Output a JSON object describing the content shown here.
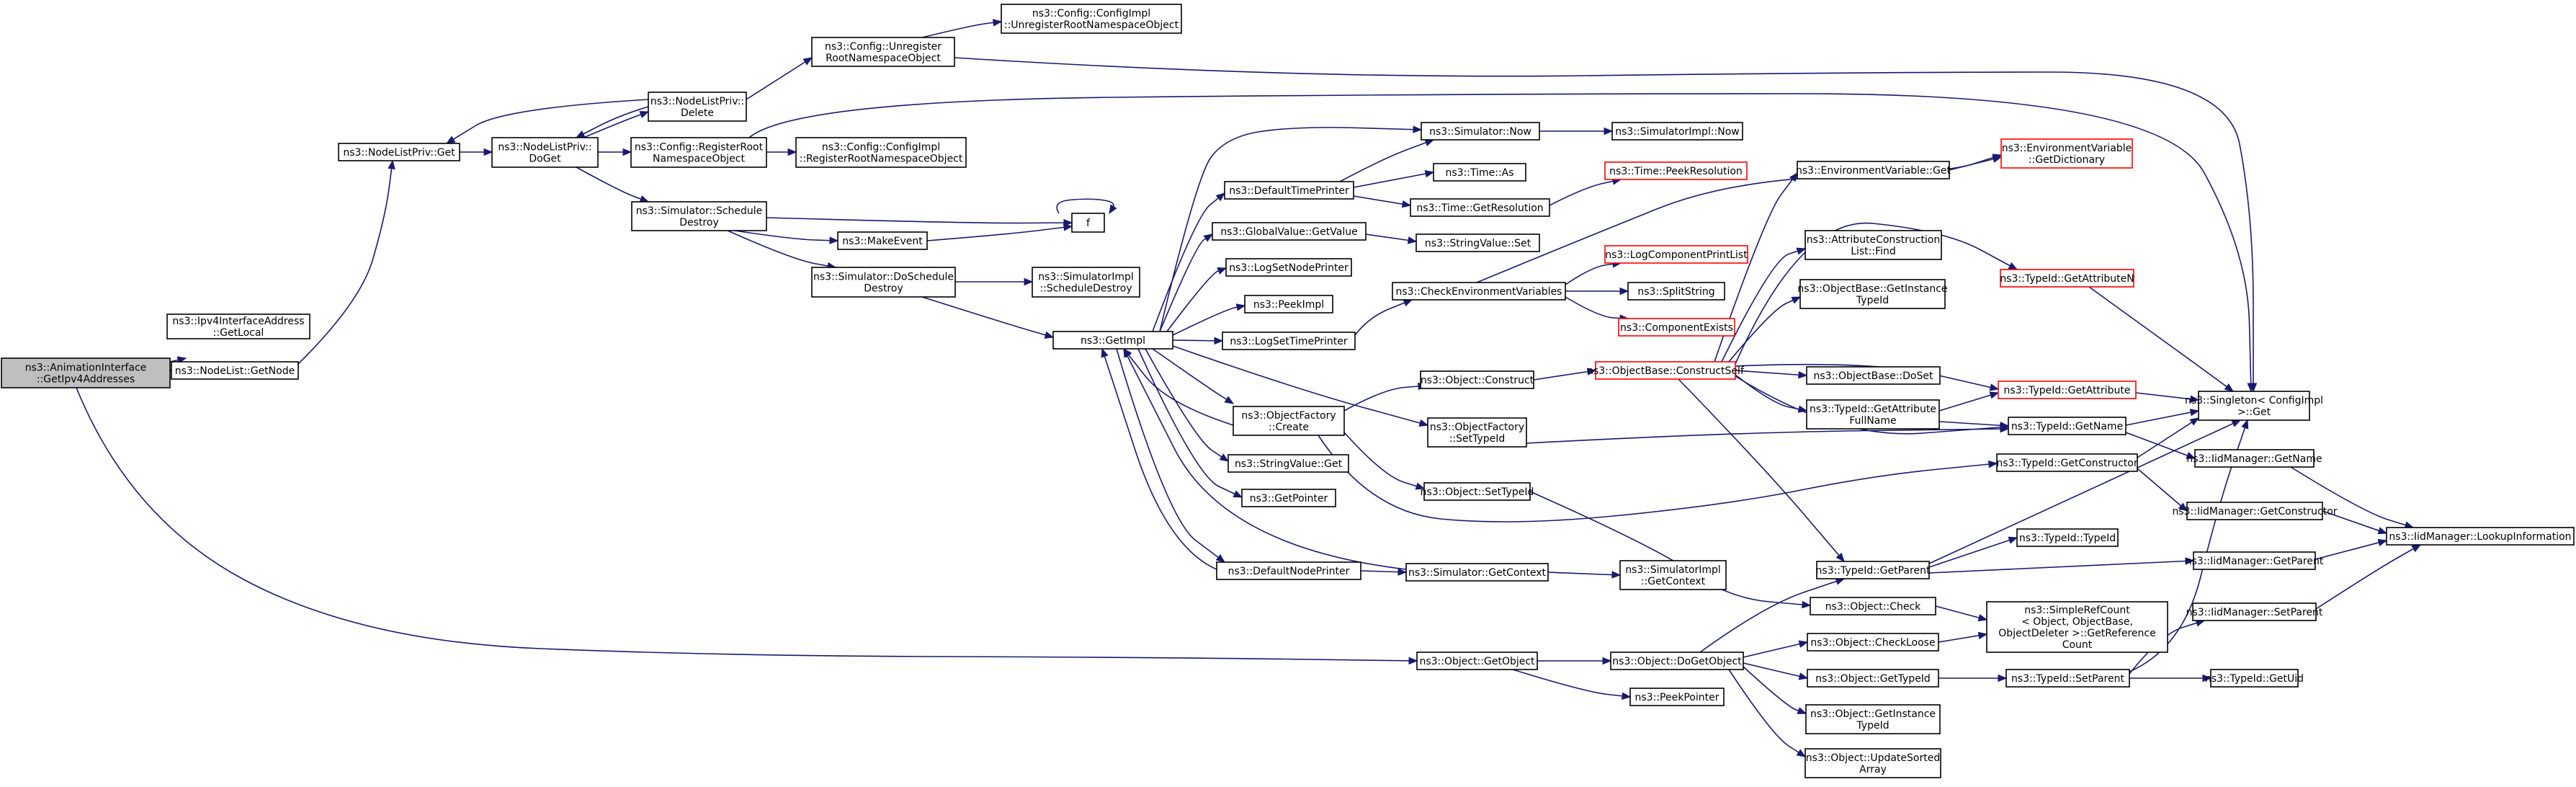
{
  "graph": {
    "nodes": [
      {
        "id": "root",
        "lines": [
          "ns3::AnimationInterface",
          "::GetIpv4Addresses"
        ],
        "style": "root"
      },
      {
        "id": "ipv4local",
        "lines": [
          "ns3::Ipv4InterfaceAddress",
          "::GetLocal"
        ]
      },
      {
        "id": "nlgetnode",
        "lines": [
          "ns3::NodeList::GetNode"
        ]
      },
      {
        "id": "nlprivget",
        "lines": [
          "ns3::NodeListPriv::Get"
        ]
      },
      {
        "id": "nlprivdoget",
        "lines": [
          "ns3::NodeListPriv::",
          "DoGet"
        ]
      },
      {
        "id": "nlprivdelete",
        "lines": [
          "ns3::NodeListPriv::",
          "Delete"
        ]
      },
      {
        "id": "cfgunreg",
        "lines": [
          "ns3::Config::Unregister",
          "RootNamespaceObject"
        ]
      },
      {
        "id": "cfgimplunreg",
        "lines": [
          "ns3::Config::ConfigImpl",
          "::UnregisterRootNamespaceObject"
        ]
      },
      {
        "id": "cfgreg",
        "lines": [
          "ns3::Config::RegisterRoot",
          "NamespaceObject"
        ]
      },
      {
        "id": "cfgimplreg",
        "lines": [
          "ns3::Config::ConfigImpl",
          "::RegisterRootNamespaceObject"
        ]
      },
      {
        "id": "simschedule",
        "lines": [
          "ns3::Simulator::Schedule",
          "Destroy"
        ]
      },
      {
        "id": "makeevent",
        "lines": [
          "ns3::MakeEvent"
        ]
      },
      {
        "id": "f",
        "lines": [
          "f"
        ]
      },
      {
        "id": "simdoschedule",
        "lines": [
          "ns3::Simulator::DoSchedule",
          "Destroy"
        ]
      },
      {
        "id": "simimplsched",
        "lines": [
          "ns3::SimulatorImpl",
          "::ScheduleDestroy"
        ]
      },
      {
        "id": "getimpl",
        "lines": [
          "ns3::GetImpl"
        ]
      },
      {
        "id": "simnow",
        "lines": [
          "ns3::Simulator::Now"
        ]
      },
      {
        "id": "simimplnow",
        "lines": [
          "ns3::SimulatorImpl::Now"
        ]
      },
      {
        "id": "deftimeprinter",
        "lines": [
          "ns3::DefaultTimePrinter"
        ]
      },
      {
        "id": "timeas",
        "lines": [
          "ns3::Time::As"
        ]
      },
      {
        "id": "timegetres",
        "lines": [
          "ns3::Time::GetResolution"
        ]
      },
      {
        "id": "timepeekres",
        "lines": [
          "ns3::Time::PeekResolution"
        ],
        "style": "red"
      },
      {
        "id": "gvgetvalue",
        "lines": [
          "ns3::GlobalValue::GetValue"
        ]
      },
      {
        "id": "stringvalueset",
        "lines": [
          "ns3::StringValue::Set"
        ]
      },
      {
        "id": "logsetnodeprinter",
        "lines": [
          "ns3::LogSetNodePrinter"
        ]
      },
      {
        "id": "peekimpl",
        "lines": [
          "ns3::PeekImpl"
        ]
      },
      {
        "id": "logsettimeprinter",
        "lines": [
          "ns3::LogSetTimePrinter"
        ]
      },
      {
        "id": "checkenv",
        "lines": [
          "ns3::CheckEnvironmentVariables"
        ]
      },
      {
        "id": "logcompprintlist",
        "lines": [
          "ns3::LogComponentPrintList"
        ],
        "style": "red"
      },
      {
        "id": "splitstring",
        "lines": [
          "ns3::SplitString"
        ]
      },
      {
        "id": "compexists",
        "lines": [
          "ns3::ComponentExists"
        ],
        "style": "red"
      },
      {
        "id": "objfactcreate",
        "lines": [
          "ns3::ObjectFactory",
          "::Create"
        ]
      },
      {
        "id": "objfactsettypeid",
        "lines": [
          "ns3::ObjectFactory",
          "::SetTypeId"
        ]
      },
      {
        "id": "objconstruct",
        "lines": [
          "ns3::Object::Construct"
        ]
      },
      {
        "id": "objsettypeid",
        "lines": [
          "ns3::Object::SetTypeId"
        ]
      },
      {
        "id": "stringvalueget",
        "lines": [
          "ns3::StringValue::Get"
        ]
      },
      {
        "id": "getpointer",
        "lines": [
          "ns3::GetPointer"
        ]
      },
      {
        "id": "defnodeprinter",
        "lines": [
          "ns3::DefaultNodePrinter"
        ]
      },
      {
        "id": "simgetcontext",
        "lines": [
          "ns3::Simulator::GetContext"
        ]
      },
      {
        "id": "simimplgetcontext",
        "lines": [
          "ns3::SimulatorImpl",
          "::GetContext"
        ]
      },
      {
        "id": "objbaseconstruct",
        "lines": [
          "ns3::ObjectBase::ConstructSelf"
        ],
        "style": "red"
      },
      {
        "id": "envget",
        "lines": [
          "ns3::EnvironmentVariable::Get"
        ]
      },
      {
        "id": "envgetdict",
        "lines": [
          "ns3::EnvironmentVariable",
          "::GetDictionary"
        ],
        "style": "red"
      },
      {
        "id": "attrconstlist",
        "lines": [
          "ns3::AttributeConstruction",
          "List::Find"
        ]
      },
      {
        "id": "objbasegetinst",
        "lines": [
          "ns3::ObjectBase::GetInstance",
          "TypeId"
        ]
      },
      {
        "id": "objbasedoset",
        "lines": [
          "ns3::ObjectBase::DoSet"
        ]
      },
      {
        "id": "typeidgetattrfull",
        "lines": [
          "ns3::TypeId::GetAttribute",
          "FullName"
        ]
      },
      {
        "id": "typeidgetattrn",
        "lines": [
          "ns3::TypeId::GetAttributeN"
        ],
        "style": "red"
      },
      {
        "id": "typeidgetattr",
        "lines": [
          "ns3::TypeId::GetAttribute"
        ],
        "style": "red"
      },
      {
        "id": "typeidgetname",
        "lines": [
          "ns3::TypeId::GetName"
        ]
      },
      {
        "id": "typeidgetctor",
        "lines": [
          "ns3::TypeId::GetConstructor"
        ]
      },
      {
        "id": "singletonget",
        "lines": [
          "ns3::Singleton< ConfigImpl",
          " >::Get"
        ]
      },
      {
        "id": "iidgetname",
        "lines": [
          "ns3::IidManager::GetName"
        ]
      },
      {
        "id": "iidgetctor",
        "lines": [
          "ns3::IidManager::GetConstructor"
        ]
      },
      {
        "id": "iidlookup",
        "lines": [
          "ns3::IidManager::LookupInformation"
        ]
      },
      {
        "id": "iidgetparent",
        "lines": [
          "ns3::IidManager::GetParent"
        ]
      },
      {
        "id": "typeidgetparent",
        "lines": [
          "ns3::TypeId::GetParent"
        ]
      },
      {
        "id": "typeidtypeid",
        "lines": [
          "ns3::TypeId::TypeId"
        ]
      },
      {
        "id": "objcheck",
        "lines": [
          "ns3::Object::Check"
        ]
      },
      {
        "id": "simplerefcount",
        "lines": [
          "ns3::SimpleRefCount",
          "< Object, ObjectBase,",
          " ObjectDeleter >::GetReference",
          "Count"
        ]
      },
      {
        "id": "objcheckloose",
        "lines": [
          "ns3::Object::CheckLoose"
        ]
      },
      {
        "id": "objgetobject",
        "lines": [
          "ns3::Object::GetObject"
        ]
      },
      {
        "id": "objdogetobject",
        "lines": [
          "ns3::Object::DoGetObject"
        ]
      },
      {
        "id": "peekpointer",
        "lines": [
          "ns3::PeekPointer"
        ]
      },
      {
        "id": "objgettypeid",
        "lines": [
          "ns3::Object::GetTypeId"
        ]
      },
      {
        "id": "typeidsetparent",
        "lines": [
          "ns3::TypeId::SetParent"
        ]
      },
      {
        "id": "iidsetparent",
        "lines": [
          "ns3::IidManager::SetParent"
        ]
      },
      {
        "id": "typeidgetuid",
        "lines": [
          "ns3::TypeId::GetUid"
        ]
      },
      {
        "id": "objgetinsttypeid",
        "lines": [
          "ns3::Object::GetInstance",
          "TypeId"
        ]
      },
      {
        "id": "objupdatesorted",
        "lines": [
          "ns3::Object::UpdateSorted",
          "Array"
        ]
      }
    ]
  },
  "colors": {
    "edge": "#191970",
    "node_border": "#000000",
    "node_border_incomplete": "#ff0000",
    "root_fill": "#bfbfbf"
  }
}
